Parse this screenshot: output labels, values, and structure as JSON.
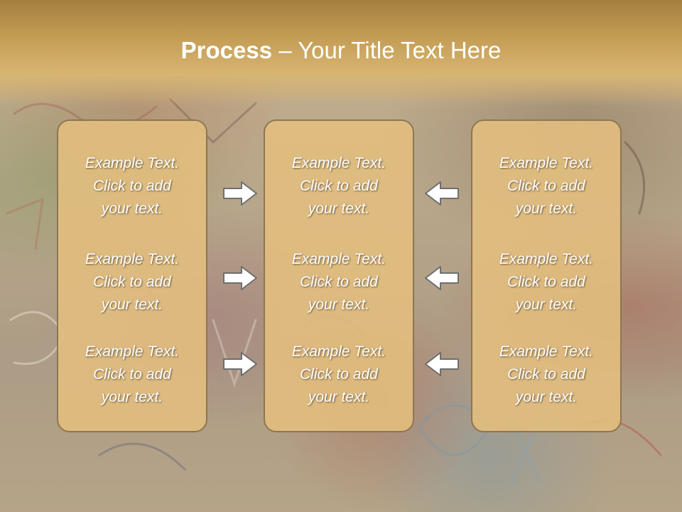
{
  "slide": {
    "title_bold": "Process",
    "title_rest": " – Your Title Text Here"
  },
  "columns": [
    {
      "items": [
        {
          "line1": "Example Text.",
          "line2": "Click  to add",
          "line3": "your text."
        },
        {
          "line1": "Example Text.",
          "line2": "Click  to add",
          "line3": "your text."
        },
        {
          "line1": "Example Text.",
          "line2": "Click  to add",
          "line3": "your text."
        }
      ]
    },
    {
      "items": [
        {
          "line1": "Example Text.",
          "line2": "Click  to add",
          "line3": "your text."
        },
        {
          "line1": "Example Text.",
          "line2": "Click  to add",
          "line3": "your text."
        },
        {
          "line1": "Example Text.",
          "line2": "Click  to add",
          "line3": "your text."
        }
      ]
    },
    {
      "items": [
        {
          "line1": "Example Text.",
          "line2": "Click  to add",
          "line3": "your text."
        },
        {
          "line1": "Example Text.",
          "line2": "Click  to add",
          "line3": "your text."
        },
        {
          "line1": "Example Text.",
          "line2": "Click  to add",
          "line3": "your text."
        }
      ]
    }
  ],
  "arrows": {
    "left_group": "right-arrow-icon",
    "right_group": "left-arrow-icon"
  },
  "colors": {
    "header": "#c49d55",
    "box_fill": "#e2be7e",
    "box_border": "#8d7654",
    "text": "#ffffff"
  }
}
